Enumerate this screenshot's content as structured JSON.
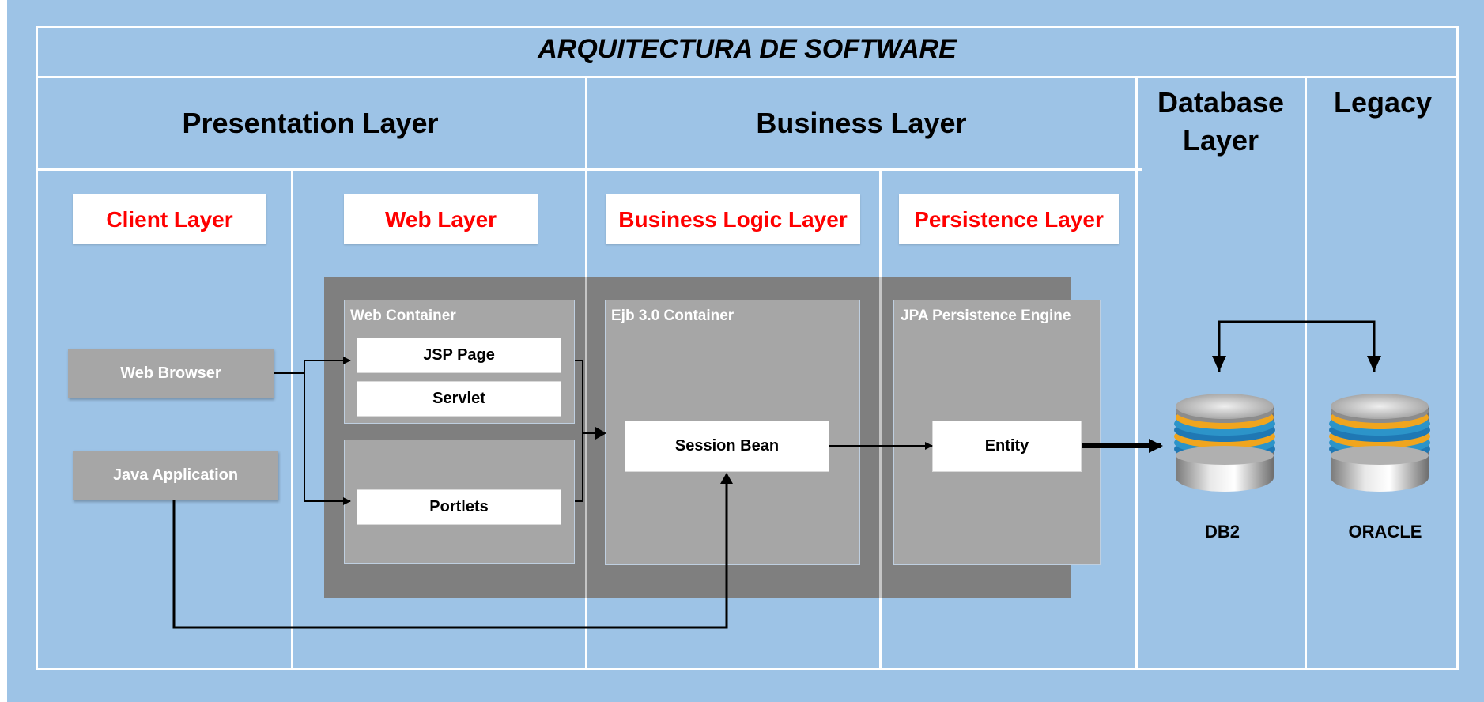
{
  "title": "ARQUITECTURA DE SOFTWARE",
  "tiers": {
    "presentation": "Presentation Layer",
    "business": "Business Layer",
    "database": "Database Layer",
    "legacy": "Legacy"
  },
  "sublayers": {
    "client": "Client Layer",
    "web": "Web Layer",
    "business_logic": "Business Logic Layer",
    "persistence": "Persistence Layer"
  },
  "clients": {
    "web_browser": "Web Browser",
    "java_application": "Java Application"
  },
  "containers": {
    "web": "Web Container",
    "ejb": "Ejb 3.0 Container",
    "jpa": "JPA Persistence Engine"
  },
  "components": {
    "jsp_page": "JSP Page",
    "servlet": "Servlet",
    "portlets": "Portlets",
    "session_bean": "Session Bean",
    "entity": "Entity"
  },
  "databases": {
    "db2": "DB2",
    "oracle": "ORACLE"
  },
  "colors": {
    "background": "#9dc3e6",
    "sublayer_label_text": "#ff0000",
    "container_dark": "#7f7f7f",
    "container_light": "#a6a6a6"
  }
}
